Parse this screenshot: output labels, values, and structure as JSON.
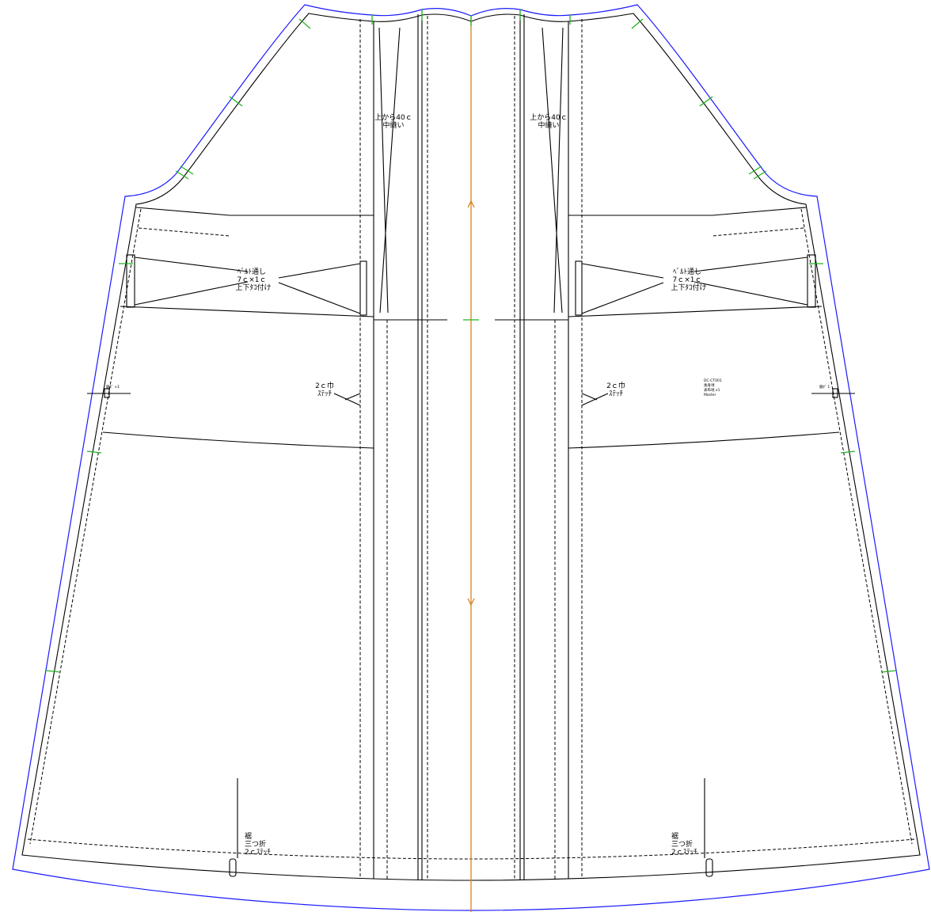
{
  "colors": {
    "cut_line": "#1a1aff",
    "seam_line": "#000000",
    "grain_line": "#d4841f",
    "notch_mark": "#22b422",
    "background": "#ffffff"
  },
  "labels": {
    "left": {
      "center_seam": [
        "上から40ｃ",
        "中縫い"
      ],
      "belt_loop": [
        "ﾍﾞﾙﾄ通し",
        "7ｃ×1ｃ",
        "上下ﾀｺ付け"
      ],
      "stitch_width": [
        "2ｃ巾",
        "ｽﾃｯﾁ"
      ],
      "hem": [
        "裾",
        "三つ折",
        "2ｃｽﾃｯﾁ"
      ],
      "side_notch": "脇ﾎﾟ ×1"
    },
    "right": {
      "center_seam": [
        "上から40ｃ",
        "中縫い"
      ],
      "belt_loop": [
        "ﾍﾞﾙﾄ通し",
        "7ｃ×1ｃ",
        "上下ﾀｺ付け"
      ],
      "stitch_width": [
        "2ｃ巾",
        "ｽﾃｯﾁ"
      ],
      "hem": [
        "裾",
        "三つ折",
        "2ｃｽﾃｯﾁ"
      ],
      "side_notch": "脇ﾎﾟ 1",
      "piece_info": [
        "DC-CT001",
        "後身頃",
        "表布地 x1",
        "Master"
      ]
    }
  }
}
